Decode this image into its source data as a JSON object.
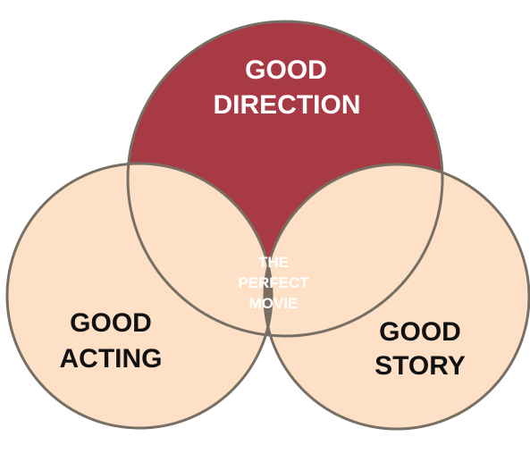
{
  "venn": {
    "sets": {
      "top": {
        "lines": [
          "GOOD",
          "DIRECTION"
        ]
      },
      "left": {
        "lines": [
          "GOOD",
          "ACTING"
        ]
      },
      "right": {
        "lines": [
          "GOOD",
          "STORY"
        ]
      }
    },
    "center": {
      "lines": [
        "THE",
        "PERFECT",
        "MOVIE"
      ]
    },
    "colors": {
      "background": "#ffffff",
      "circle_fill": "#fde0c5",
      "outline": "#776f64",
      "top_exclusive": "#a83a45",
      "center": "#7b6d62",
      "left_right_overlap": "#3b3a2c",
      "top_label_text": "#ffffff",
      "center_label_text": "#ffffff",
      "side_label_text": "#111111"
    }
  }
}
